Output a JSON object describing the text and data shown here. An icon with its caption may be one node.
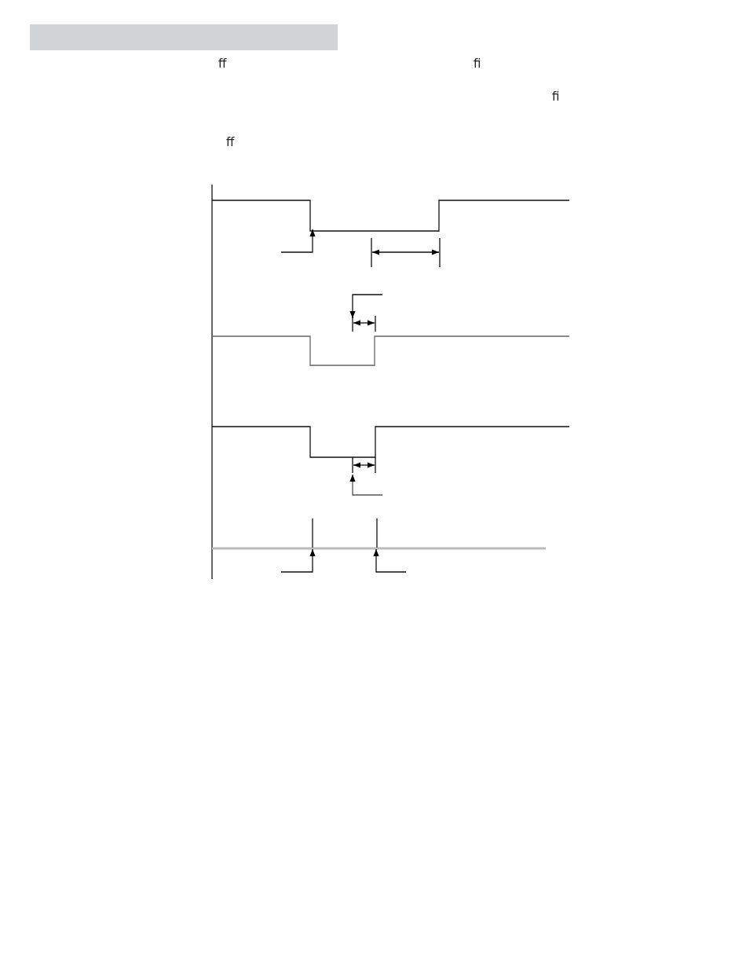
{
  "diagram": {
    "nodes": [
      {
        "text": [],
        "shape": "bar"
      }
    ],
    "labels": [
      "ff",
      "fi",
      "fi",
      "ff"
    ]
  }
}
